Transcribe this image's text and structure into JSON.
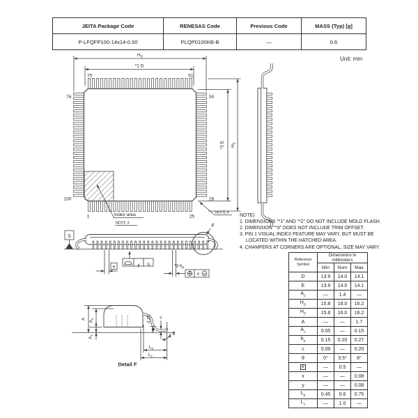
{
  "header_table": {
    "columns": [
      {
        "label": "JEITA Package Code",
        "value": "P-LFQFP100-14x14-0.50"
      },
      {
        "label": "RENESAS Code",
        "value": "PLQP0100KB-B"
      },
      {
        "label": "Previous Code",
        "value": "—"
      },
      {
        "label": "MASS (Typ) [g]",
        "value": "0.6"
      }
    ]
  },
  "unit_label": "Unit: mm",
  "top_view": {
    "pins": {
      "top_left": "75",
      "top_right": "51",
      "left_top": "76",
      "right_top": "50",
      "left_bottom": "100",
      "right_bottom": "26",
      "bottom_left": "1",
      "bottom_right": "25"
    },
    "dims": {
      "hd_main": "H",
      "hd_sub": "D",
      "d": "*1 D",
      "he_main": "H",
      "he_sub": "E",
      "e": "*2 E"
    },
    "index_area": "Index area",
    "note3": "NOTE 3",
    "note4": "NOTE 4",
    "detail_ref": "F"
  },
  "side_view": {
    "datum": "S",
    "pitch": "e",
    "flat_y": "y",
    "flat_s": "S",
    "bp_prefix": "*3 b",
    "bp_sub": "p",
    "pos_x": "x",
    "pos_mod": "M"
  },
  "detail_f": {
    "a": "A",
    "a2_main": "A",
    "a2_sub": "2",
    "a1_main": "A",
    "a1_sub": "1",
    "gauge": "0.25",
    "c": "c",
    "theta": "θ",
    "lp_main": "L",
    "lp_sub": "p",
    "l1_main": "L",
    "l1_sub": "1",
    "caption": "Detail F"
  },
  "notes": {
    "title": "NOTE)",
    "items": [
      "1. DIMENSIONS \"*1\" AND \"*2\" DO NOT INCLUDE MOLD FLASH.",
      "2. DIMENSION \"*3\" DOES NOT INCLUDE TRIM OFFSET.",
      "3. PIN 1 VISUAL INDEX FEATURE MAY VARY, BUT MUST BE LOCATED WITHIN THE HATCHED AREA.",
      "4. CHAMFERS AT CORNERS ARE OPTIONAL, SIZE MAY VARY."
    ]
  },
  "dim_table": {
    "ref_header": "Reference Symbol",
    "span_header": "Dimensions in millimeters",
    "cols": [
      "Min",
      "Nom",
      "Max"
    ],
    "rows": [
      {
        "sym": "D",
        "sub": "",
        "boxed": false,
        "min": "13.9",
        "nom": "14.0",
        "max": "14.1"
      },
      {
        "sym": "E",
        "sub": "",
        "boxed": false,
        "min": "13.9",
        "nom": "14.0",
        "max": "14.1"
      },
      {
        "sym": "A",
        "sub": "2",
        "boxed": false,
        "min": "—",
        "nom": "1.4",
        "max": "—"
      },
      {
        "sym": "H",
        "sub": "D",
        "boxed": false,
        "min": "15.8",
        "nom": "16.0",
        "max": "16.2"
      },
      {
        "sym": "H",
        "sub": "E",
        "boxed": false,
        "min": "15.8",
        "nom": "16.0",
        "max": "16.2"
      },
      {
        "sym": "A",
        "sub": "",
        "boxed": false,
        "min": "—",
        "nom": "—",
        "max": "1.7"
      },
      {
        "sym": "A",
        "sub": "1",
        "boxed": false,
        "min": "0.05",
        "nom": "—",
        "max": "0.15"
      },
      {
        "sym": "b",
        "sub": "p",
        "boxed": false,
        "min": "0.15",
        "nom": "0.20",
        "max": "0.27"
      },
      {
        "sym": "c",
        "sub": "",
        "boxed": false,
        "min": "0.09",
        "nom": "—",
        "max": "0.20"
      },
      {
        "sym": "θ",
        "sub": "",
        "boxed": false,
        "min": "0°",
        "nom": "3.5°",
        "max": "8°"
      },
      {
        "sym": "e",
        "sub": "",
        "boxed": true,
        "min": "—",
        "nom": "0.5",
        "max": "—"
      },
      {
        "sym": "x",
        "sub": "",
        "boxed": false,
        "min": "—",
        "nom": "—",
        "max": "0.08"
      },
      {
        "sym": "y",
        "sub": "",
        "boxed": false,
        "min": "—",
        "nom": "—",
        "max": "0.08"
      },
      {
        "sym": "L",
        "sub": "p",
        "boxed": false,
        "min": "0.45",
        "nom": "0.6",
        "max": "0.75"
      },
      {
        "sym": "L",
        "sub": "1",
        "boxed": false,
        "min": "—",
        "nom": "1.0",
        "max": "—"
      }
    ]
  }
}
